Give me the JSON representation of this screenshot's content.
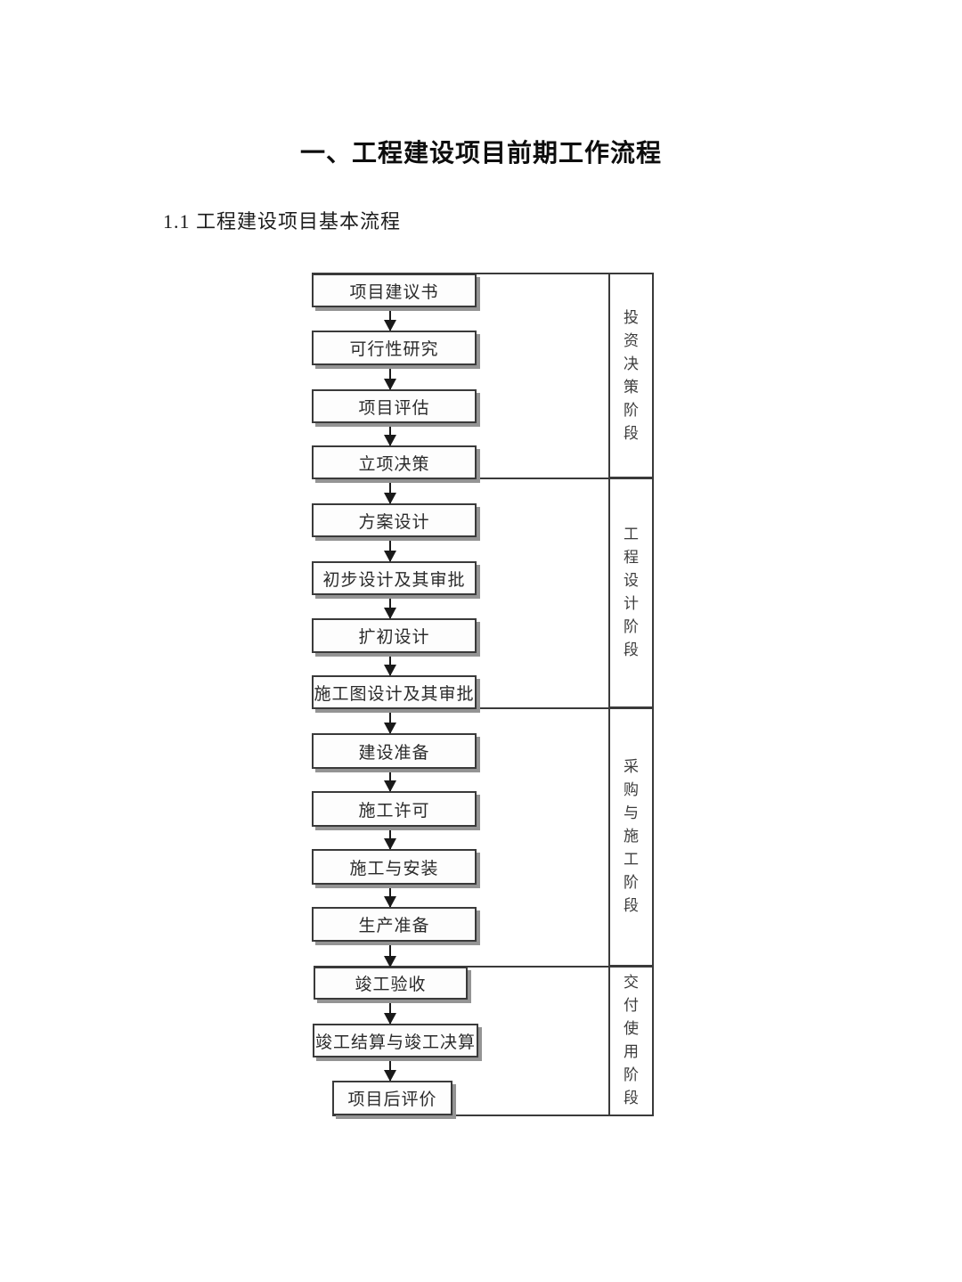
{
  "page": {
    "title": "一、工程建设项目前期工作流程",
    "subtitle": "1.1 工程建设项目基本流程"
  },
  "flowchart": {
    "boxes": [
      {
        "label": "项目建议书"
      },
      {
        "label": "可行性研究"
      },
      {
        "label": "项目评估"
      },
      {
        "label": "立项决策"
      },
      {
        "label": "方案设计"
      },
      {
        "label": "初步设计及其审批"
      },
      {
        "label": "扩初设计"
      },
      {
        "label": "施工图设计及其审批"
      },
      {
        "label": "建设准备"
      },
      {
        "label": "施工许可"
      },
      {
        "label": "施工与安装"
      },
      {
        "label": "生产准备"
      },
      {
        "label": "竣工验收"
      },
      {
        "label": "竣工结算与竣工决算"
      },
      {
        "label": "项目后评价"
      }
    ],
    "stages": [
      {
        "label": "投资决策阶段"
      },
      {
        "label": "工程设计阶段"
      },
      {
        "label": "采购与施工阶段"
      },
      {
        "label": "交付使用阶段"
      }
    ],
    "colors": {
      "line": "#3a3a3a",
      "arrow": "#1a1a1a",
      "shadow": "#949494",
      "background": "#ffffff",
      "text": "#2a2a2a"
    }
  }
}
